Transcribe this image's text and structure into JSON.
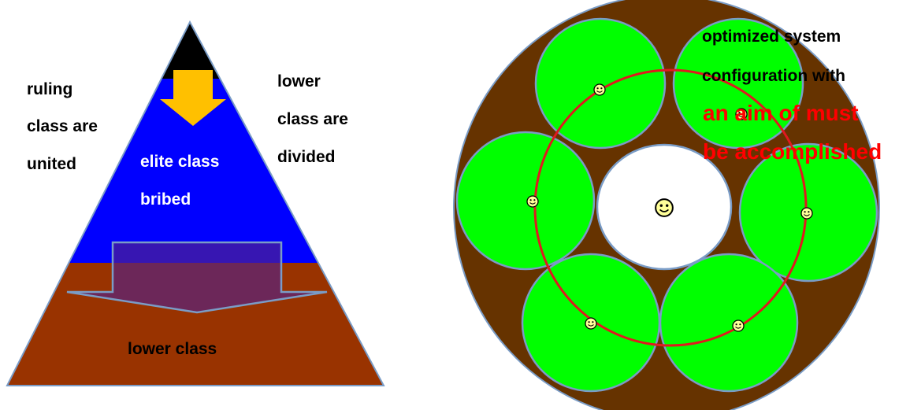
{
  "pyramid": {
    "left_text": [
      "ruling",
      "class are",
      "united"
    ],
    "right_text": [
      "lower",
      "class are",
      "divided"
    ],
    "elite_text": [
      "elite class",
      "bribed"
    ],
    "base_text": "lower class",
    "colors": {
      "apex": "#000000",
      "elite": "#0000ff",
      "lower": "#993300",
      "arrow_yellow": "#ffc000",
      "hollow_arrow_fill": "#552288",
      "outline": "#7a9cc6"
    }
  },
  "circle_diagram": {
    "caption": [
      "optimized system",
      "configuration with"
    ],
    "highlight": [
      "an aim of must",
      "be accomplished"
    ],
    "colors": {
      "ring": "#663300",
      "petal": "#00ff00",
      "orbit": "#e0191f",
      "center": "#ffffff",
      "smiley": "#ffff99",
      "highlight_text": "#ff0000"
    },
    "petal_count": 6,
    "smiley_icon": "smiley-face-icon"
  }
}
